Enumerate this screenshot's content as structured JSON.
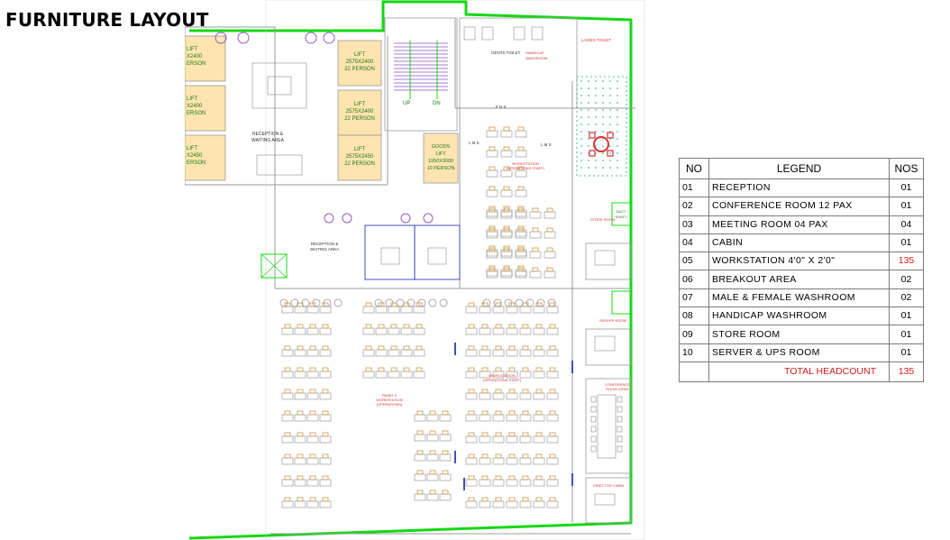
{
  "title": "FURNITURE LAYOUT",
  "legend": {
    "headers": {
      "no": "NO",
      "legend": "LEGEND",
      "nos": "NOS"
    },
    "rows": [
      {
        "no": "01",
        "item": "RECEPTION",
        "nos": "01"
      },
      {
        "no": "02",
        "item": "CONFERENCE ROOM 12 PAX",
        "nos": "01"
      },
      {
        "no": "03",
        "item": "MEETING ROOM 04 PAX",
        "nos": "04"
      },
      {
        "no": "04",
        "item": "CABIN",
        "nos": "01"
      },
      {
        "no": "05",
        "item": "WORKSTATION 4'0\" X 2'0\"",
        "nos": "135",
        "highlight": true
      },
      {
        "no": "06",
        "item": "BREAKOUT AREA",
        "nos": "02"
      },
      {
        "no": "07",
        "item": "MALE & FEMALE WASHROOM",
        "nos": "02"
      },
      {
        "no": "08",
        "item": "HANDICAP WASHROOM",
        "nos": "01"
      },
      {
        "no": "09",
        "item": "STORE ROOM",
        "nos": "01"
      },
      {
        "no": "10",
        "item": "SERVER & UPS ROOM",
        "nos": "01"
      }
    ],
    "total": {
      "label": "TOTAL HEADCOUNT",
      "value": "135"
    }
  },
  "plan": {
    "colors": {
      "boundary": "#14d814",
      "wall": "#9a9a9a",
      "furniture": "#8a8a8a",
      "lift_fill": "#fde4b0",
      "lift_text": "#1d7a14",
      "stair": "#8b4fc4",
      "chair": "#c79a4a",
      "chair_purple": "#9b59c6",
      "breakout_red": "#d23232",
      "tile": "#0fa88a",
      "door": "#2a3fa8"
    },
    "lifts": [
      {
        "label": "LIFT",
        "size": "2575X2400",
        "capacity": "22 PERSON"
      },
      {
        "label": "LIFT",
        "size": "2575X2400",
        "capacity": "22 PERSON"
      },
      {
        "label": "LIFT",
        "size": "2575X2450",
        "capacity": "22 PERSON"
      }
    ],
    "left_lifts": [
      {
        "label": "LIFT",
        "size": "X2400",
        "capacity": "ERSON"
      },
      {
        "label": "LIFT",
        "size": "X2400",
        "capacity": "ERSON"
      },
      {
        "label": "LIFT",
        "size": "X2450",
        "capacity": "ERSON"
      }
    ],
    "goods_lift": {
      "label": "GOODS",
      "label2": "LIFT",
      "size": "1950X3000",
      "capacity": "10 PERSON"
    },
    "stairs": {
      "up": "UP",
      "down": "DN"
    },
    "rooms": {
      "reception": "RECEPTION &",
      "reception2": "WAITING AREA",
      "reception_small": "RECEPTION &",
      "reception_small2": "WAITING AREA",
      "gents_toilet": "GENTS TOILET",
      "ladies_toilet": "LADIES TOILET",
      "handicap": "HANDICAP",
      "handicap2": "WASHROOM",
      "fhs": "F H S",
      "lms": "L M S",
      "workstation_top": "WORKSTATION",
      "workstation_top2": "(OPERATIONS STAFF)",
      "store_room": "STORE ROOM",
      "server_room": "SERVER ROOM",
      "conference": "CONFERENCE",
      "conference2": "ROOM 12PAX",
      "director": "DIRECTOR CABIN",
      "ws_left": "PANEL 2",
      "ws_left2": "WORKSTATION",
      "ws_left3": "(OPERATIONS)",
      "ws_right": "WORKSTATION",
      "ws_right2": "(OPERATIONS STAFF)",
      "duct": "DUCT",
      "shaft": "SHAFT"
    }
  }
}
